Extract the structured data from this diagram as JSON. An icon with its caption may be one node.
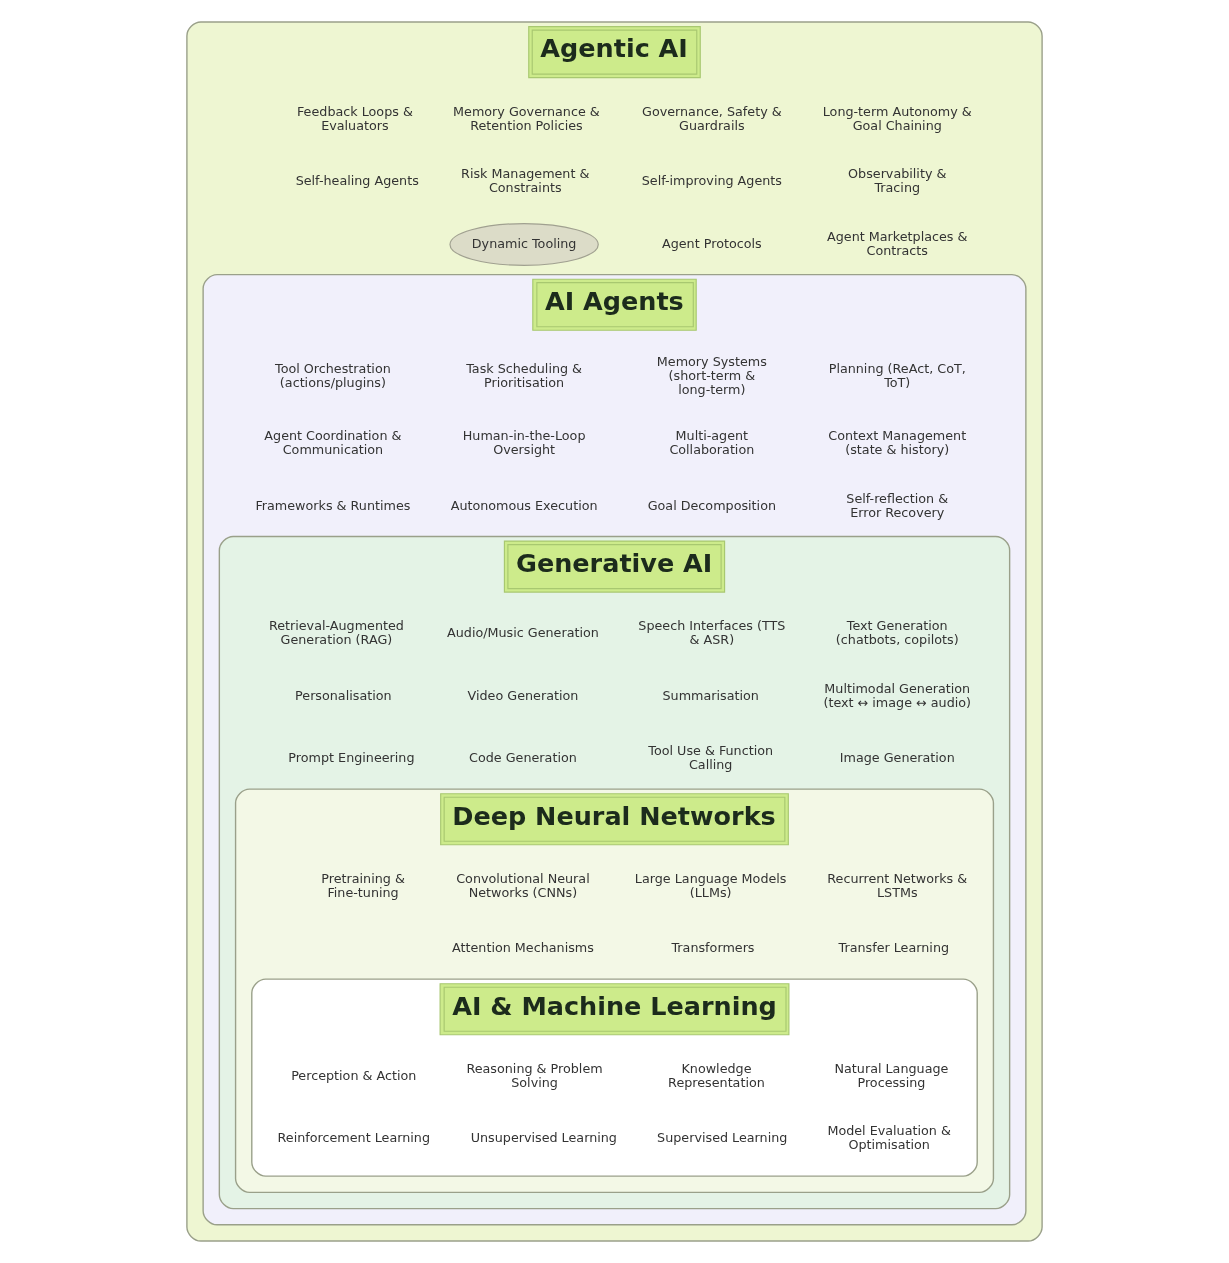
{
  "diagram": {
    "nodes": [
      {
        "text": [
          "Agentic AI"
        ]
      },
      {
        "text": [
          "Long-term Autonomy & Goal Chaining"
        ],
        "in": 0
      },
      {
        "text": [
          "Governance, Safety & Guardrails"
        ],
        "in": 0
      },
      {
        "text": [
          "Memory Governance & Retention Policies"
        ],
        "in": 0
      },
      {
        "text": [
          "Feedback Loops & Evaluators"
        ],
        "in": 0
      },
      {
        "text": [
          "Observability & Tracing"
        ],
        "in": 0
      },
      {
        "text": [
          "Self-improving Agents"
        ],
        "in": 0
      },
      {
        "text": [
          "Risk Management & Constraints"
        ],
        "in": 0
      },
      {
        "text": [
          "Self-healing Agents"
        ],
        "in": 0
      },
      {
        "text": [
          "Agent Marketplaces & Contracts"
        ],
        "in": 0
      },
      {
        "text": [
          "Agent Protocols"
        ],
        "in": 0
      },
      {
        "text": [
          "Dynamic Tooling"
        ],
        "in": 0
      },
      {
        "text": [
          "AI Agents"
        ],
        "in": 0
      },
      {
        "text": [
          "Planning (ReAct, CoT, ToT)"
        ],
        "in": 12
      },
      {
        "text": [
          "Memory Systems (short-term & long-term)"
        ],
        "in": 12
      },
      {
        "text": [
          "Task Scheduling & Prioritisation"
        ],
        "in": 12
      },
      {
        "text": [
          "Tool Orchestration (actions/plugins)"
        ],
        "in": 12
      },
      {
        "text": [
          "Context Management (state & history)"
        ],
        "in": 12
      },
      {
        "text": [
          "Multi-agent Collaboration"
        ],
        "in": 12
      },
      {
        "text": [
          "Human-in-the-Loop Oversight"
        ],
        "in": 12
      },
      {
        "text": [
          "Agent Coordination & Communication"
        ],
        "in": 12
      },
      {
        "text": [
          "Self-reflection & Error Recovery"
        ],
        "in": 12
      },
      {
        "text": [
          "Goal Decomposition"
        ],
        "in": 12
      },
      {
        "text": [
          "Autonomous Execution"
        ],
        "in": 12
      },
      {
        "text": [
          "Frameworks & Runtimes"
        ],
        "in": 12
      },
      {
        "text": [
          "Generative AI"
        ],
        "in": 12
      },
      {
        "text": [
          "Text Generation (chatbots, copilots)"
        ],
        "in": 25
      },
      {
        "text": [
          "Speech Interfaces (TTS & ASR)"
        ],
        "in": 25
      },
      {
        "text": [
          "Audio/Music Generation"
        ],
        "in": 25
      },
      {
        "text": [
          "Retrieval-Augmented Generation (RAG)"
        ],
        "in": 25
      },
      {
        "text": [
          "Multimodal Generation (text ↔ image ↔ audio)"
        ],
        "in": 25
      },
      {
        "text": [
          "Summarisation"
        ],
        "in": 25
      },
      {
        "text": [
          "Video Generation"
        ],
        "in": 25
      },
      {
        "text": [
          "Personalisation"
        ],
        "in": 25
      },
      {
        "text": [
          "Image Generation"
        ],
        "in": 25
      },
      {
        "text": [
          "Tool Use & Function Calling"
        ],
        "in": 25
      },
      {
        "text": [
          "Code Generation"
        ],
        "in": 25
      },
      {
        "text": [
          "Prompt Engineering"
        ],
        "in": 25
      },
      {
        "text": [
          "Deep Neural Networks"
        ],
        "in": 25
      },
      {
        "text": [
          "Recurrent Networks & LSTMs"
        ],
        "in": 38
      },
      {
        "text": [
          "Large Language Models (LLMs)"
        ],
        "in": 38
      },
      {
        "text": [
          "Convolutional Neural Networks (CNNs)"
        ],
        "in": 38
      },
      {
        "text": [
          "Pretraining & Fine-tuning"
        ],
        "in": 38
      },
      {
        "text": [
          "Transfer Learning"
        ],
        "in": 38
      },
      {
        "text": [
          "Transformers"
        ],
        "in": 38
      },
      {
        "text": [
          "Attention Mechanisms"
        ],
        "in": 38
      },
      {
        "text": [
          "AI & Machine Learning"
        ],
        "in": 38
      },
      {
        "text": [
          "Natural Language Processing"
        ],
        "in": 46
      },
      {
        "text": [
          "Knowledge Representation"
        ],
        "in": 46
      },
      {
        "text": [
          "Reasoning & Problem Solving"
        ],
        "in": 46
      },
      {
        "text": [
          "Perception & Action"
        ],
        "in": 46
      },
      {
        "text": [
          "Model Evaluation & Optimisation"
        ],
        "in": 46
      },
      {
        "text": [
          "Supervised Learning"
        ],
        "in": 46
      },
      {
        "text": [
          "Unsupervised Learning"
        ],
        "in": 46
      },
      {
        "text": [
          "Reinforcement Learning"
        ],
        "in": 46
      }
    ]
  }
}
